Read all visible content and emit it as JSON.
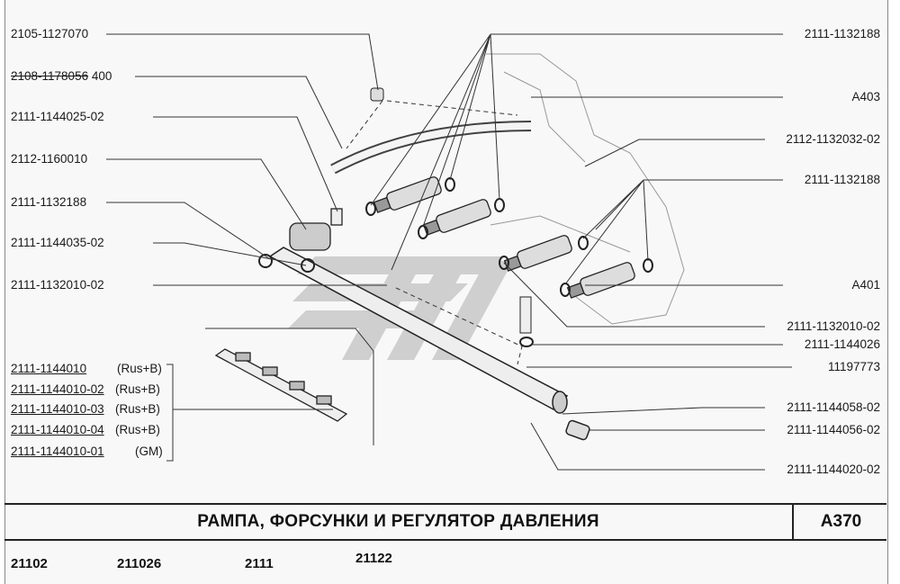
{
  "left_labels": [
    {
      "text": "2105-1127070"
    },
    {
      "text": "2108-1178056",
      "suffix": "400"
    },
    {
      "text": "2111-1144025-02"
    },
    {
      "text": "2112-1160010"
    },
    {
      "text": "2111-1132188"
    },
    {
      "text": "2111-1144035-02"
    },
    {
      "text": "2111-1132010-02"
    }
  ],
  "rail_variants": [
    {
      "part": "2111-1144010",
      "spec": "(Rus+B)"
    },
    {
      "part": "2111-1144010-02",
      "spec": "(Rus+B)"
    },
    {
      "part": "2111-1144010-03",
      "spec": "(Rus+B)"
    },
    {
      "part": "2111-1144010-04",
      "spec": "(Rus+B)"
    },
    {
      "part": "2111-1144010-01",
      "spec": "(GM)"
    }
  ],
  "right_labels": [
    "2111-1132188",
    "A403",
    "2112-1132032-02",
    "2111-1132188",
    "A401",
    "2111-1132010-02",
    "2111-1144026",
    "11197773",
    "2111-1144058-02",
    "2111-1144056-02",
    "2111-1144020-02"
  ],
  "title": "РАМПА, ФОРСУНКИ И РЕГУЛЯТОР ДАВЛЕНИЯ",
  "page_code": "A370",
  "models": [
    "21102",
    "211026",
    "2111",
    "21122"
  ]
}
